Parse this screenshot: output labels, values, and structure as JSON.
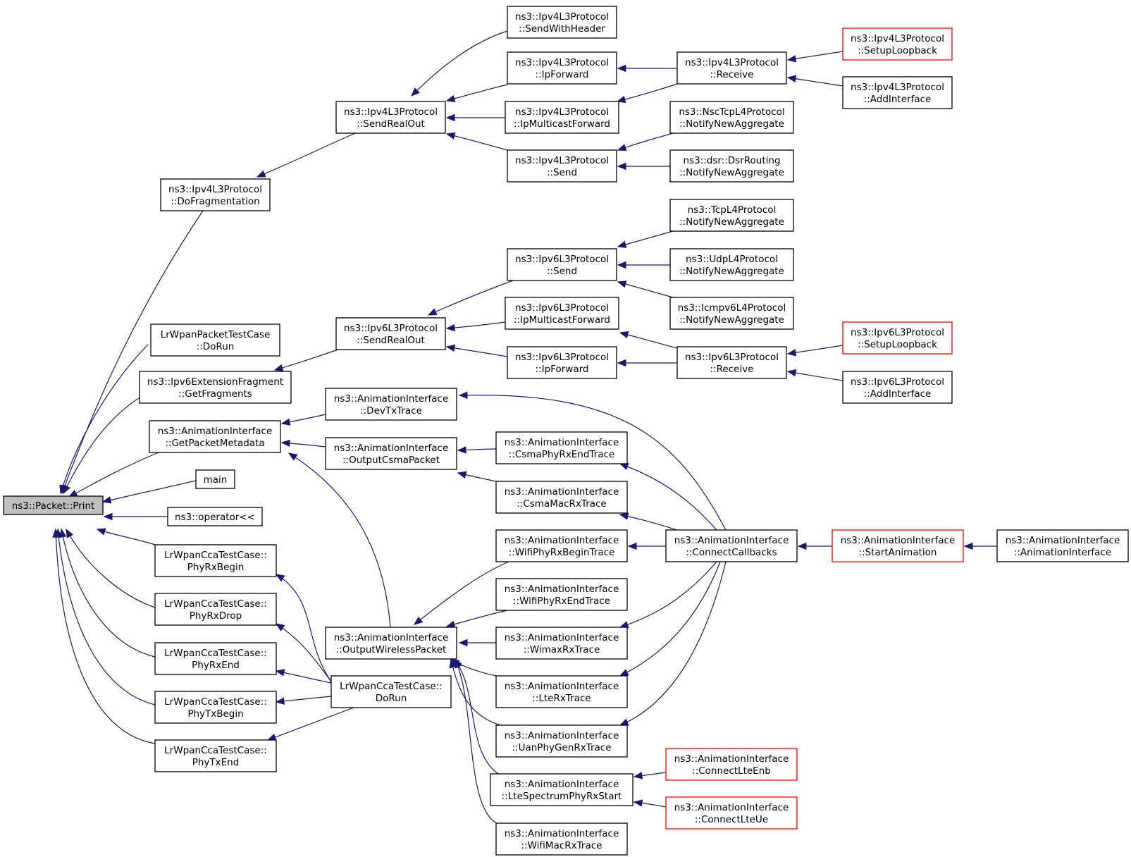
{
  "graph": {
    "colors": {
      "edge": "#191970",
      "node_border": "#000000",
      "node_border_truncated": "#ff0000",
      "root_fill": "#bfbfbf",
      "node_fill": "#ffffff"
    },
    "nodes": [
      {
        "id": "n0",
        "lines": [
          "ns3::Packet::Print"
        ],
        "style": "root"
      },
      {
        "id": "n1",
        "lines": [
          "ns3::Ipv4L3Protocol",
          "::DoFragmentation"
        ]
      },
      {
        "id": "n2",
        "lines": [
          "LrWpanPacketTestCase",
          "::DoRun"
        ]
      },
      {
        "id": "n3",
        "lines": [
          "ns3::Ipv6ExtensionFragment",
          "::GetFragments"
        ]
      },
      {
        "id": "n4",
        "lines": [
          "ns3::AnimationInterface",
          "::GetPacketMetadata"
        ]
      },
      {
        "id": "n5",
        "lines": [
          "main"
        ]
      },
      {
        "id": "n6",
        "lines": [
          "ns3::operator<<"
        ]
      },
      {
        "id": "n7",
        "lines": [
          "LrWpanCcaTestCase::",
          "PhyRxBegin"
        ]
      },
      {
        "id": "n8",
        "lines": [
          "LrWpanCcaTestCase::",
          "PhyRxDrop"
        ]
      },
      {
        "id": "n9",
        "lines": [
          "LrWpanCcaTestCase::",
          "PhyRxEnd"
        ]
      },
      {
        "id": "n10",
        "lines": [
          "LrWpanCcaTestCase::",
          "PhyTxBegin"
        ]
      },
      {
        "id": "n11",
        "lines": [
          "LrWpanCcaTestCase::",
          "PhyTxEnd"
        ]
      },
      {
        "id": "n12",
        "lines": [
          "ns3::Ipv4L3Protocol",
          "::SendRealOut"
        ]
      },
      {
        "id": "n13",
        "lines": [
          "ns3::Ipv6L3Protocol",
          "::SendRealOut"
        ]
      },
      {
        "id": "n14",
        "lines": [
          "ns3::AnimationInterface",
          "::DevTxTrace"
        ]
      },
      {
        "id": "n15",
        "lines": [
          "ns3::AnimationInterface",
          "::OutputCsmaPacket"
        ]
      },
      {
        "id": "n16",
        "lines": [
          "ns3::AnimationInterface",
          "::OutputWirelessPacket"
        ]
      },
      {
        "id": "n17",
        "lines": [
          "LrWpanCcaTestCase::",
          "DoRun"
        ]
      },
      {
        "id": "n18",
        "lines": [
          "ns3::Ipv4L3Protocol",
          "::SendWithHeader"
        ]
      },
      {
        "id": "n19",
        "lines": [
          "ns3::Ipv4L3Protocol",
          "::IpForward"
        ]
      },
      {
        "id": "n20",
        "lines": [
          "ns3::Ipv4L3Protocol",
          "::IpMulticastForward"
        ]
      },
      {
        "id": "n21",
        "lines": [
          "ns3::Ipv4L3Protocol",
          "::Send"
        ]
      },
      {
        "id": "n22",
        "lines": [
          "ns3::Ipv6L3Protocol",
          "::Send"
        ]
      },
      {
        "id": "n23",
        "lines": [
          "ns3::Ipv6L3Protocol",
          "::IpMulticastForward"
        ]
      },
      {
        "id": "n24",
        "lines": [
          "ns3::Ipv6L3Protocol",
          "::IpForward"
        ]
      },
      {
        "id": "n25",
        "lines": [
          "ns3::AnimationInterface",
          "::CsmaPhyRxEndTrace"
        ]
      },
      {
        "id": "n26",
        "lines": [
          "ns3::AnimationInterface",
          "::CsmaMacRxTrace"
        ]
      },
      {
        "id": "n27",
        "lines": [
          "ns3::AnimationInterface",
          "::WifiPhyRxBeginTrace"
        ]
      },
      {
        "id": "n28",
        "lines": [
          "ns3::AnimationInterface",
          "::WifiPhyRxEndTrace"
        ]
      },
      {
        "id": "n29",
        "lines": [
          "ns3::AnimationInterface",
          "::WimaxRxTrace"
        ]
      },
      {
        "id": "n30",
        "lines": [
          "ns3::AnimationInterface",
          "::LteRxTrace"
        ]
      },
      {
        "id": "n31",
        "lines": [
          "ns3::AnimationInterface",
          "::UanPhyGenRxTrace"
        ]
      },
      {
        "id": "n32",
        "lines": [
          "ns3::AnimationInterface",
          "::LteSpectrumPhyRxStart"
        ]
      },
      {
        "id": "n33",
        "lines": [
          "ns3::AnimationInterface",
          "::WifiMacRxTrace"
        ]
      },
      {
        "id": "n34",
        "lines": [
          "ns3::Ipv4L3Protocol",
          "::Receive"
        ]
      },
      {
        "id": "n35",
        "lines": [
          "ns3::NscTcpL4Protocol",
          "::NotifyNewAggregate"
        ]
      },
      {
        "id": "n36",
        "lines": [
          "ns3::dsr::DsrRouting",
          "::NotifyNewAggregate"
        ]
      },
      {
        "id": "n37",
        "lines": [
          "ns3::TcpL4Protocol",
          "::NotifyNewAggregate"
        ]
      },
      {
        "id": "n38",
        "lines": [
          "ns3::UdpL4Protocol",
          "::NotifyNewAggregate"
        ]
      },
      {
        "id": "n39",
        "lines": [
          "ns3::Icmpv6L4Protocol",
          "::NotifyNewAggregate"
        ]
      },
      {
        "id": "n40",
        "lines": [
          "ns3::Ipv6L3Protocol",
          "::Receive"
        ]
      },
      {
        "id": "n41",
        "lines": [
          "ns3::AnimationInterface",
          "::ConnectCallbacks"
        ]
      },
      {
        "id": "n42",
        "lines": [
          "ns3::AnimationInterface",
          "::ConnectLteEnb"
        ],
        "style": "truncated"
      },
      {
        "id": "n43",
        "lines": [
          "ns3::AnimationInterface",
          "::ConnectLteUe"
        ],
        "style": "truncated"
      },
      {
        "id": "n44",
        "lines": [
          "ns3::Ipv4L3Protocol",
          "::SetupLoopback"
        ],
        "style": "truncated"
      },
      {
        "id": "n45",
        "lines": [
          "ns3::Ipv4L3Protocol",
          "::AddInterface"
        ]
      },
      {
        "id": "n46",
        "lines": [
          "ns3::Ipv6L3Protocol",
          "::SetupLoopback"
        ],
        "style": "truncated"
      },
      {
        "id": "n47",
        "lines": [
          "ns3::Ipv6L3Protocol",
          "::AddInterface"
        ]
      },
      {
        "id": "n48",
        "lines": [
          "ns3::AnimationInterface",
          "::StartAnimation"
        ],
        "style": "truncated"
      },
      {
        "id": "n49",
        "lines": [
          "ns3::AnimationInterface",
          "::AnimationInterface"
        ]
      }
    ],
    "edges": [
      [
        "n1",
        "n0"
      ],
      [
        "n2",
        "n0"
      ],
      [
        "n3",
        "n0"
      ],
      [
        "n4",
        "n0"
      ],
      [
        "n5",
        "n0"
      ],
      [
        "n6",
        "n0"
      ],
      [
        "n7",
        "n0"
      ],
      [
        "n8",
        "n0"
      ],
      [
        "n9",
        "n0"
      ],
      [
        "n10",
        "n0"
      ],
      [
        "n11",
        "n0"
      ],
      [
        "n12",
        "n1"
      ],
      [
        "n13",
        "n3"
      ],
      [
        "n14",
        "n4"
      ],
      [
        "n15",
        "n4"
      ],
      [
        "n16",
        "n4"
      ],
      [
        "n17",
        "n7"
      ],
      [
        "n17",
        "n8"
      ],
      [
        "n17",
        "n9"
      ],
      [
        "n17",
        "n10"
      ],
      [
        "n17",
        "n11"
      ],
      [
        "n18",
        "n12"
      ],
      [
        "n19",
        "n12"
      ],
      [
        "n20",
        "n12"
      ],
      [
        "n21",
        "n12"
      ],
      [
        "n22",
        "n13"
      ],
      [
        "n23",
        "n13"
      ],
      [
        "n24",
        "n13"
      ],
      [
        "n25",
        "n15"
      ],
      [
        "n26",
        "n15"
      ],
      [
        "n27",
        "n16"
      ],
      [
        "n28",
        "n16"
      ],
      [
        "n29",
        "n16"
      ],
      [
        "n30",
        "n16"
      ],
      [
        "n31",
        "n16"
      ],
      [
        "n32",
        "n16"
      ],
      [
        "n33",
        "n16"
      ],
      [
        "n34",
        "n19"
      ],
      [
        "n34",
        "n20"
      ],
      [
        "n35",
        "n21"
      ],
      [
        "n36",
        "n21"
      ],
      [
        "n37",
        "n22"
      ],
      [
        "n38",
        "n22"
      ],
      [
        "n39",
        "n22"
      ],
      [
        "n40",
        "n23"
      ],
      [
        "n40",
        "n24"
      ],
      [
        "n41",
        "n14"
      ],
      [
        "n41",
        "n25"
      ],
      [
        "n41",
        "n26"
      ],
      [
        "n41",
        "n27"
      ],
      [
        "n41",
        "n29"
      ],
      [
        "n41",
        "n30"
      ],
      [
        "n41",
        "n31"
      ],
      [
        "n42",
        "n32"
      ],
      [
        "n43",
        "n32"
      ],
      [
        "n44",
        "n34"
      ],
      [
        "n45",
        "n34"
      ],
      [
        "n46",
        "n40"
      ],
      [
        "n47",
        "n40"
      ],
      [
        "n48",
        "n41"
      ],
      [
        "n49",
        "n48"
      ]
    ]
  }
}
